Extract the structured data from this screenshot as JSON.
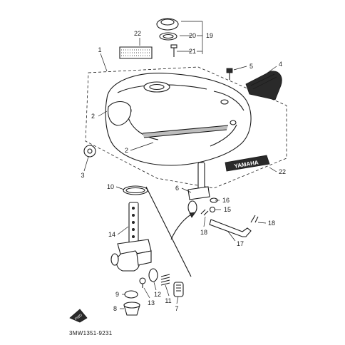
{
  "callouts": {
    "c1": "1",
    "c2a": "2",
    "c2b": "2",
    "c3": "3",
    "c4": "4",
    "c5": "5",
    "c6": "6",
    "c7": "7",
    "c8": "8",
    "c9": "9",
    "c10": "10",
    "c11": "11",
    "c12": "12",
    "c13": "13",
    "c14": "14",
    "c15": "15",
    "c16": "16",
    "c17": "17",
    "c18a": "18",
    "c18b": "18",
    "c19": "19",
    "c20": "20",
    "c21": "21",
    "c22a": "22",
    "c22b": "22"
  },
  "emblem_text": "YAMAHA",
  "fwd_label": "FWD",
  "drawing_code": "3MW1351-9231"
}
